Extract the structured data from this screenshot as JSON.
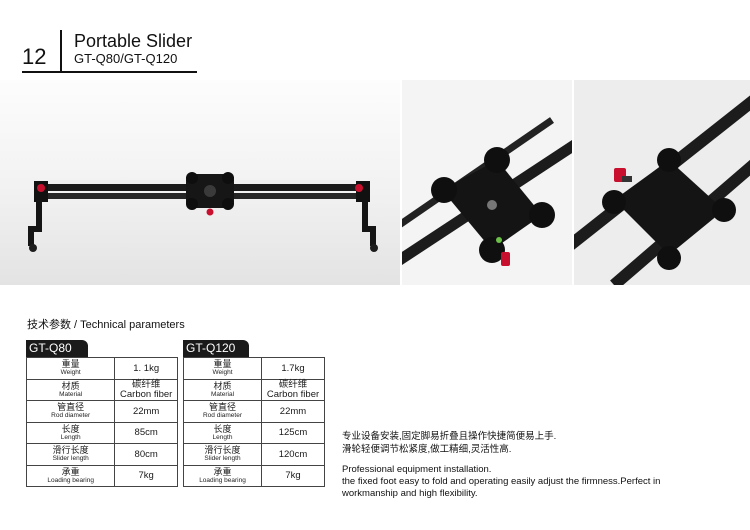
{
  "header": {
    "page_number": "12",
    "title": "Portable Slider",
    "subtitle": "GT-Q80/GT-Q120"
  },
  "spec": {
    "heading": "技术参数 / Technical  parameters",
    "tables": [
      {
        "model": "GT-Q80",
        "rows": [
          {
            "zh": "重量",
            "en": "Weight",
            "value": "1. 1kg"
          },
          {
            "zh": "材质",
            "en": "Material",
            "value_zh": "碳纤维",
            "value": "Carbon fiber"
          },
          {
            "zh": "管直径",
            "en": "Rod diameter",
            "value": "22mm"
          },
          {
            "zh": "长度",
            "en": "Length",
            "value": "85cm"
          },
          {
            "zh": "滑行长度",
            "en": "Slider length",
            "value": "80cm"
          },
          {
            "zh": "承重",
            "en": "Loading bearing",
            "value": "7kg"
          }
        ]
      },
      {
        "model": "GT-Q120",
        "rows": [
          {
            "zh": "重量",
            "en": "Weight",
            "value": "1.7kg"
          },
          {
            "zh": "材质",
            "en": "Material",
            "value_zh": "碳纤维",
            "value": "Carbon fiber"
          },
          {
            "zh": "管直径",
            "en": "Rod diameter",
            "value": "22mm"
          },
          {
            "zh": "长度",
            "en": "Length",
            "value": "125cm"
          },
          {
            "zh": "滑行长度",
            "en": "Slider length",
            "value": "120cm"
          },
          {
            "zh": "承重",
            "en": "Loading bearing",
            "value": "7kg"
          }
        ]
      }
    ]
  },
  "description": {
    "zh_line1": "专业设备安装,固定脚易折叠且操作快捷简便易上手.",
    "zh_line2": "滑轮轻便调节松紧度,做工精细,灵活性高.",
    "en_line1": "Professional equipment installation.",
    "en_line2": "the fixed foot easy to fold and operating easily adjust the firmness.Perfect in",
    "en_line3": "workmanship and high flexibility."
  },
  "colors": {
    "accent_red": "#c8102e",
    "tab_black": "#1a1a1a"
  }
}
